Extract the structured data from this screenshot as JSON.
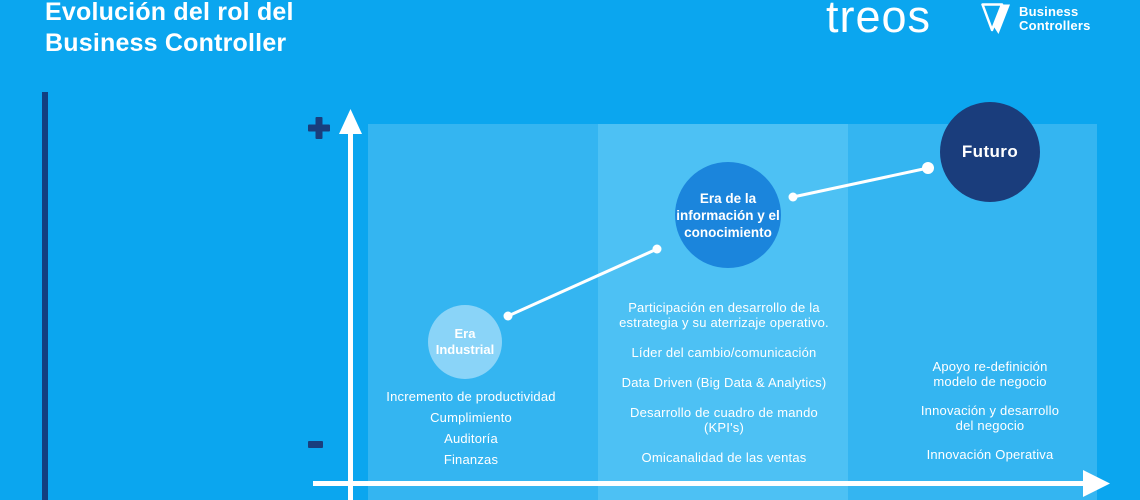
{
  "header": {
    "title_text": "Evolución del rol del\nBusiness Controller"
  },
  "logo": {
    "brand": "treos",
    "tagline": "Business\nControllers",
    "icon": "pennant-icon"
  },
  "chart": {
    "type": "evolution-diagram",
    "y_axis": {
      "top_label": "+",
      "bottom_label": "-"
    },
    "eras": [
      {
        "name": "Era Industrial",
        "bubble_label": "Era\nIndustrial",
        "bubble_color": "#8ad4f8",
        "items": [
          "Incremento de productividad",
          "Cumplimiento",
          "Auditoría",
          "Finanzas"
        ]
      },
      {
        "name": "Era de la información y el conocimiento",
        "bubble_label": "Era de la\ninformación y el\nconocimiento",
        "bubble_color": "#1b85dc",
        "items": [
          "Participación en desarrollo de la\nestrategia y su aterrizaje operativo.",
          "Líder del cambio/comunicación",
          "Data Driven (Big Data & Analytics)",
          "Desarrollo de cuadro de mando\n(KPI's)",
          "Omicanalidad de las ventas"
        ]
      },
      {
        "name": "Futuro",
        "bubble_label": "Futuro",
        "bubble_color": "#1a3d7c",
        "items": [
          "Apoyo re-definición\nmodelo de negocio",
          "Innovación y desarrollo\ndel negocio",
          "Innovación Operativa"
        ]
      }
    ]
  },
  "colors": {
    "background": "#0ba6ef",
    "panel_outer": "#34b5f1",
    "panel_middle": "#4dc1f4",
    "navy_accent": "#193e7d",
    "side_bar": "#123f80",
    "text": "#ffffff"
  }
}
